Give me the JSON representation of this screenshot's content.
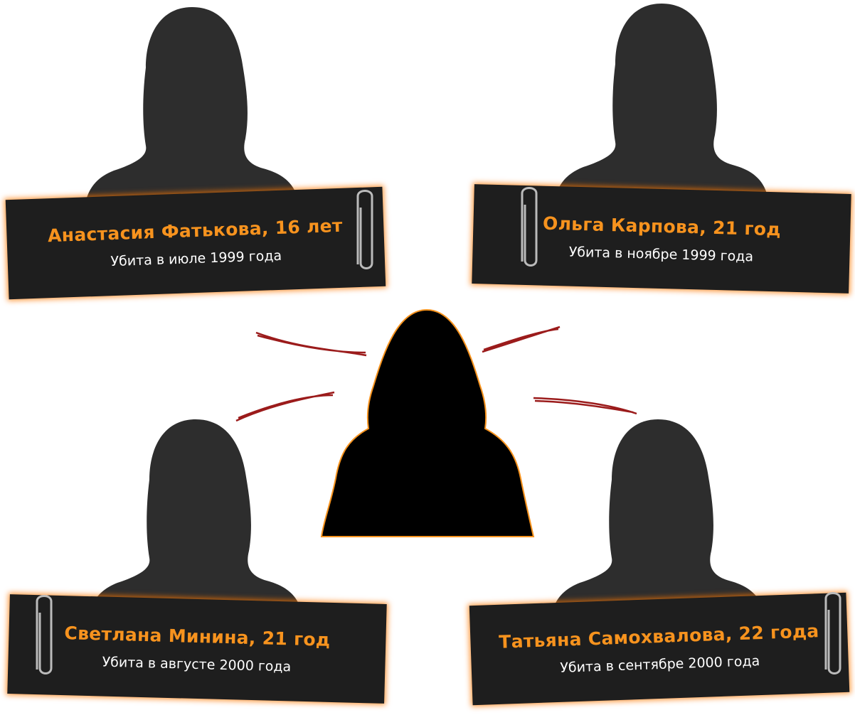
{
  "victims": [
    {
      "name": "Анастасия Фатькова, 16 лет",
      "date": "Убита в июле 1999 года"
    },
    {
      "name": "Ольга Карпова, 21 год",
      "date": "Убита в ноябре 1999 года"
    },
    {
      "name": "Светлана Минина, 21 год",
      "date": "Убита в августе 2000 года"
    },
    {
      "name": "Татьяна Самохвалова, 22 года",
      "date": "Убита в сентябре 2000 года"
    }
  ],
  "colors": {
    "accent": "#f7931e",
    "card": "#1e1e1e",
    "silhouette": "#2d2d2d",
    "thread": "#9b1b1b"
  }
}
